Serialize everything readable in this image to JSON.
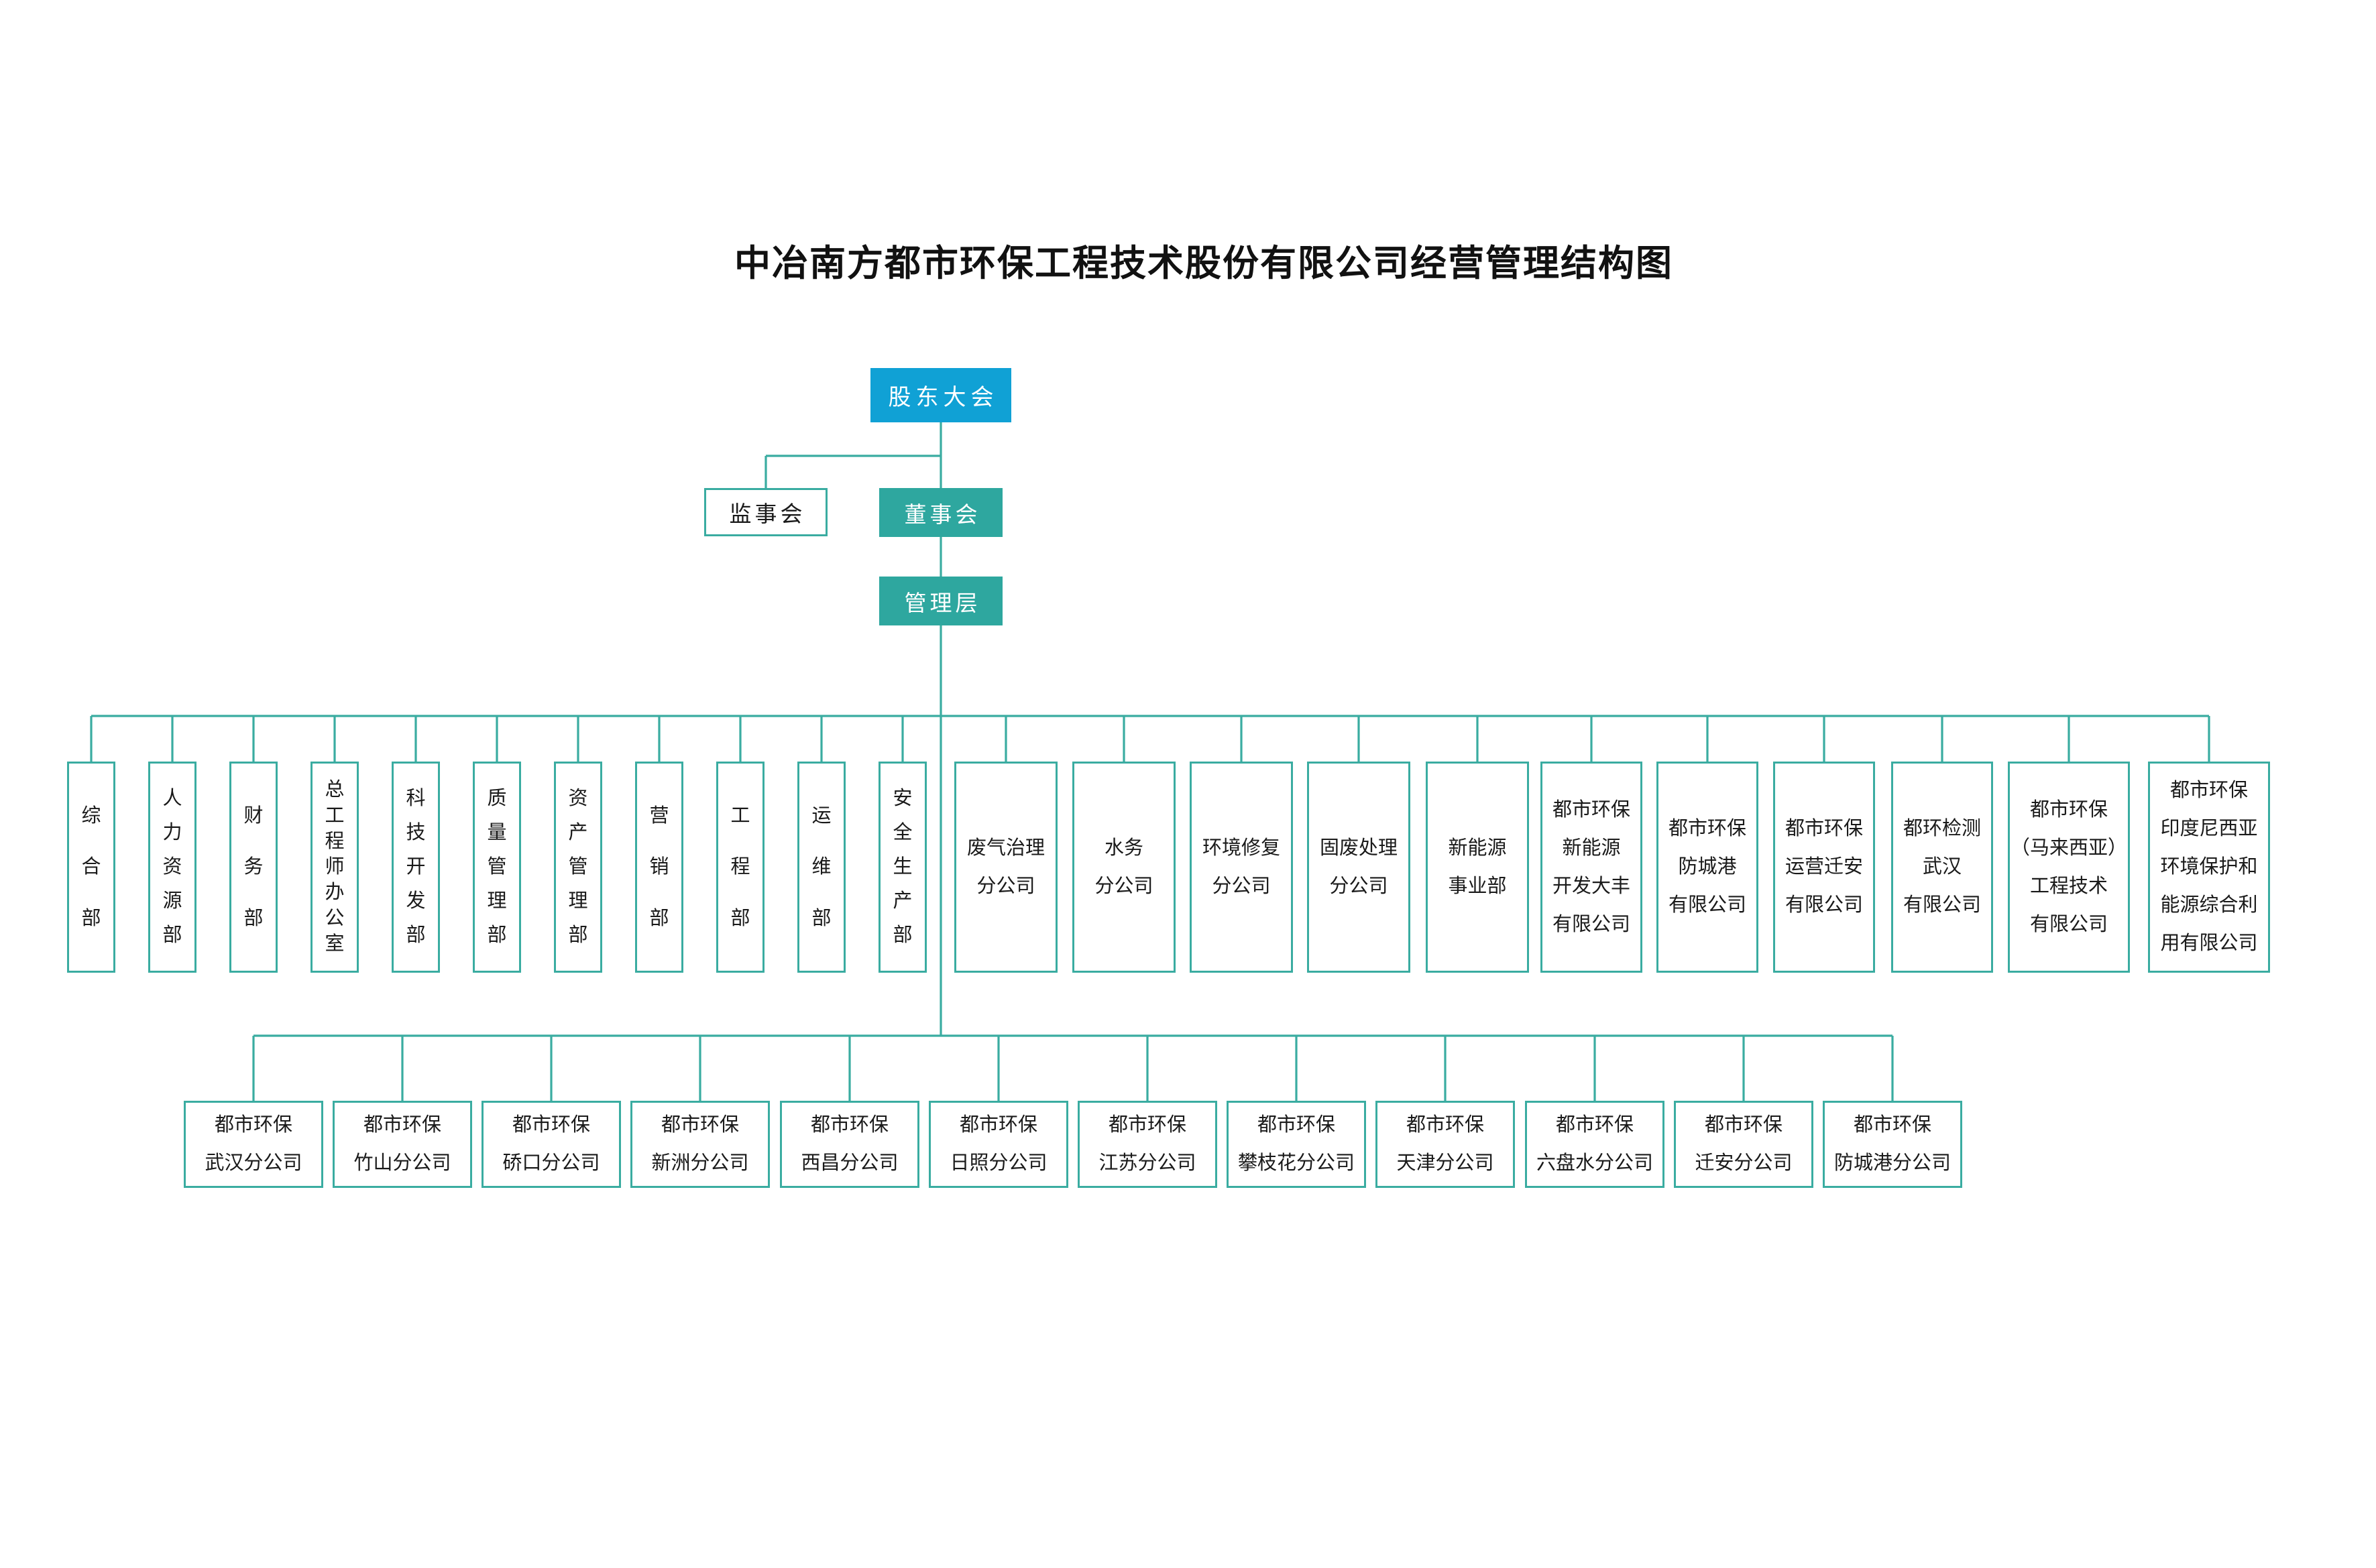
{
  "title": "中冶南方都市环保工程技术股份有限公司经营管理结构图",
  "colors": {
    "node_blue": "#10A1D5",
    "node_teal": "#2EA79F",
    "line_teal": "#3AACA1",
    "text_dark": "#1A1A1A"
  },
  "governance": {
    "shareholders": "股东大会",
    "supervisors": "监事会",
    "board": "董事会",
    "management": "管理层"
  },
  "departments": [
    "综合部",
    "人力资源部",
    "财务部",
    "总工程师办公室",
    "科技开发部",
    "质量管理部",
    "资产管理部",
    "营销部",
    "工程部",
    "运维部",
    "安全生产部"
  ],
  "business_units": [
    "废气治理\n分公司",
    "水务\n分公司",
    "环境修复\n分公司",
    "固废处理\n分公司",
    "新能源\n事业部",
    "都市环保\n新能源\n开发大丰\n有限公司",
    "都市环保\n防城港\n有限公司",
    "都市环保\n运营迁安\n有限公司",
    "都环检测\n武汉\n有限公司",
    "都市环保\n（马来西亚）\n工程技术\n有限公司",
    "都市环保\n印度尼西亚\n环境保护和\n能源综合利\n用有限公司"
  ],
  "branches": [
    "都市环保\n武汉分公司",
    "都市环保\n竹山分公司",
    "都市环保\n硚口分公司",
    "都市环保\n新洲分公司",
    "都市环保\n西昌分公司",
    "都市环保\n日照分公司",
    "都市环保\n江苏分公司",
    "都市环保\n攀枝花分公司",
    "都市环保\n天津分公司",
    "都市环保\n六盘水分公司",
    "都市环保\n迁安分公司",
    "都市环保\n防城港分公司"
  ]
}
